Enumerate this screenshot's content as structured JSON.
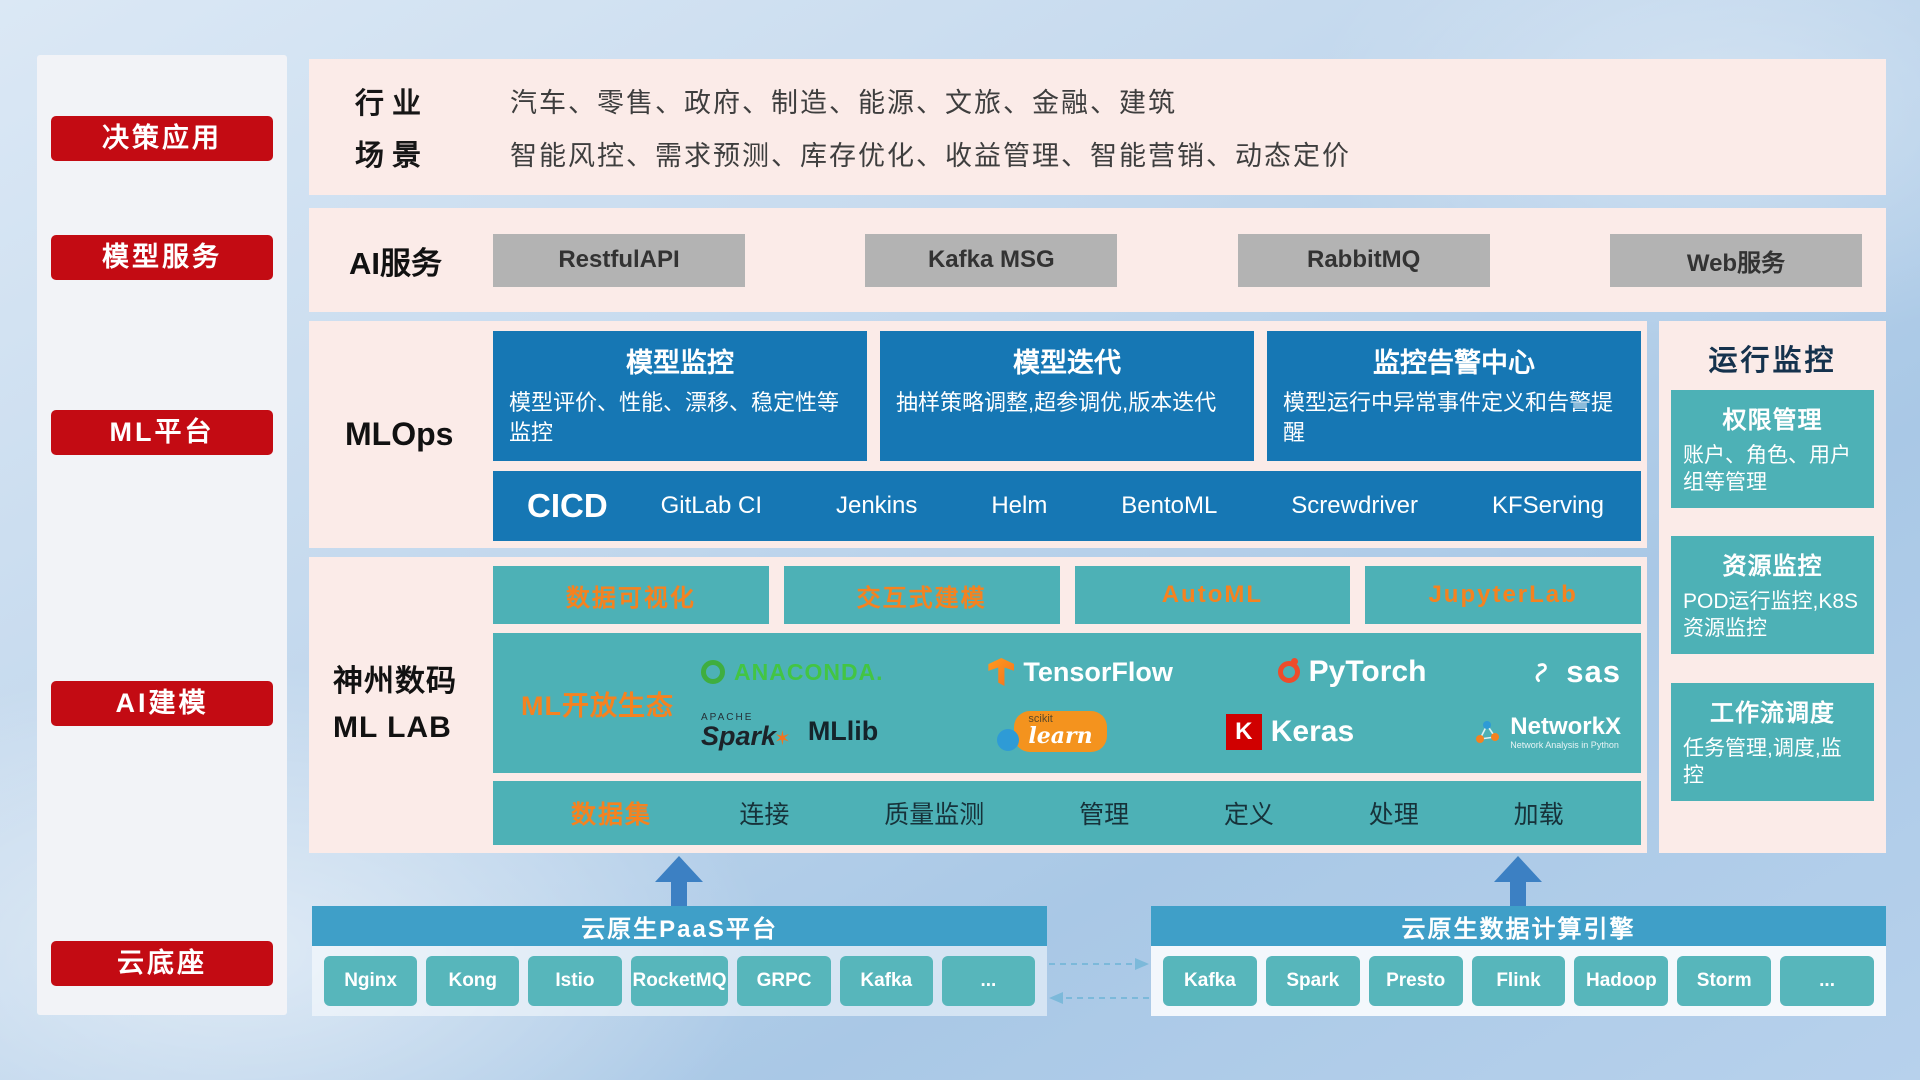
{
  "sidebar": {
    "items": [
      {
        "label": "决策应用"
      },
      {
        "label": "模型服务"
      },
      {
        "label": "ML平台"
      },
      {
        "label": "AI建模"
      },
      {
        "label": "云底座"
      }
    ]
  },
  "app_row": {
    "rows": [
      {
        "label": "行业",
        "value": "汽车、零售、政府、制造、能源、文旅、金融、建筑"
      },
      {
        "label": "场景",
        "value": "智能风控、需求预测、库存优化、收益管理、智能营销、动态定价"
      }
    ]
  },
  "service_row": {
    "label": "AI服务",
    "buttons": [
      "RestfulAPI",
      "Kafka MSG",
      "RabbitMQ",
      "Web服务"
    ]
  },
  "mlops": {
    "label": "MLOps",
    "cards": [
      {
        "title": "模型监控",
        "desc": "模型评价、性能、漂移、稳定性等监控"
      },
      {
        "title": "模型迭代",
        "desc": "抽样策略调整,超参调优,版本迭代"
      },
      {
        "title": "监控告警中心",
        "desc": "模型运行中异常事件定义和告警提醒"
      }
    ],
    "cicd_label": "CICD",
    "cicd_items": [
      "GitLab CI",
      "Jenkins",
      "Helm",
      "BentoML",
      "Screwdriver",
      "KFServing"
    ]
  },
  "mllab": {
    "label_line1": "神州数码",
    "label_line2": "ML LAB",
    "tools": [
      "数据可视化",
      "交互式建模",
      "AutoML",
      "JupyterLab"
    ],
    "ecosystem_label": "ML开放生态",
    "logos": {
      "anaconda": "ANACONDA.",
      "tensorflow": "TensorFlow",
      "pytorch": "PyTorch",
      "sas": "sas",
      "spark_small": "APACHE",
      "spark": "Spark",
      "spark_star": "✶",
      "mllib": "MLlib",
      "scikit_small": "scikit",
      "scikit": "learn",
      "keras_badge": "K",
      "keras": "Keras",
      "networkx": "NetworkX",
      "networkx_sub": "Network Analysis in Python"
    },
    "dataset": {
      "label": "数据集",
      "items": [
        "连接",
        "质量监测",
        "管理",
        "定义",
        "处理",
        "加载"
      ]
    }
  },
  "monitor": {
    "title": "运行监控",
    "cards": [
      {
        "title": "权限管理",
        "desc": "账户、角色、用户组等管理"
      },
      {
        "title": "资源监控",
        "desc": "POD运行监控,K8S资源监控"
      },
      {
        "title": "工作流调度",
        "desc": "任务管理,调度,监控"
      }
    ]
  },
  "foundation": {
    "paas": {
      "title": "云原生PaaS平台",
      "items": [
        "Nginx",
        "Kong",
        "Istio",
        "RocketMQ",
        "GRPC",
        "Kafka",
        "..."
      ]
    },
    "engine": {
      "title": "云原生数据计算引擎",
      "items": [
        "Kafka",
        "Spark",
        "Presto",
        "Flink",
        "Hadoop",
        "Storm",
        "..."
      ]
    }
  },
  "colors": {
    "accent_red": "#c30b13",
    "panel_pink": "#fbebe8",
    "card_blue": "#1677b4",
    "teal": "#4db1b6",
    "accent_orange": "#f58220",
    "header_blue": "#3f9fc8"
  }
}
